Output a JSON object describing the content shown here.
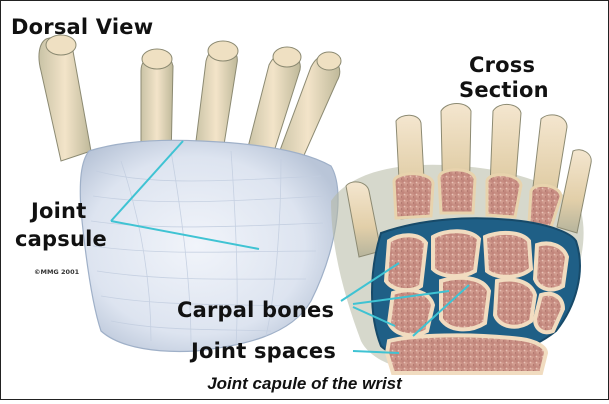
{
  "labels": {
    "dorsal_view": "Dorsal View",
    "cross_section_line1": "Cross",
    "cross_section_line2": "Section",
    "joint_capsule_line1": "Joint",
    "joint_capsule_line2": "capsule",
    "carpal_bones": "Carpal bones",
    "joint_spaces": "Joint spaces",
    "copyright": "©MMG 2001"
  },
  "caption": "Joint capule of the wrist",
  "colors": {
    "leader_line": "#3fc3d3",
    "bone_fill": "#f1dcc0",
    "bone_cortex": "#e6c99c",
    "marrow": "#c88f82",
    "joint_space": "#1f5f86",
    "capsule": "#dfe6f2",
    "skin_shadow": "#a4ab95"
  }
}
